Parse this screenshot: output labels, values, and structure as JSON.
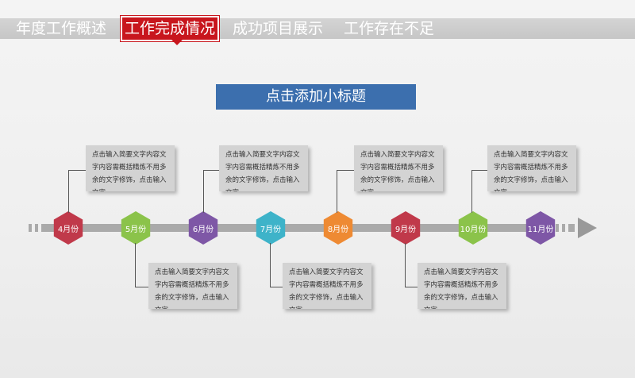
{
  "nav": {
    "tabs": [
      {
        "label": "年度工作概述"
      },
      {
        "label": "工作完成情况"
      },
      {
        "label": "成功项目展示"
      },
      {
        "label": "工作存在不足"
      }
    ]
  },
  "subtitle": "点击添加小标题",
  "timeline": {
    "months": [
      {
        "label": "4月份",
        "color": "#c0394a"
      },
      {
        "label": "5月份",
        "color": "#8bc34a"
      },
      {
        "label": "6月份",
        "color": "#7e57a6"
      },
      {
        "label": "7月份",
        "color": "#3eb3c9"
      },
      {
        "label": "8月份",
        "color": "#ee8a33"
      },
      {
        "label": "9月份",
        "color": "#c0394a"
      },
      {
        "label": "10月份",
        "color": "#8bc34a"
      },
      {
        "label": "11月份",
        "color": "#7e57a6"
      }
    ],
    "notes_top": [
      "点击输入简要文字内容文字内容需概括精炼不用多余的文字修饰，点击输入文字。",
      "点击输入简要文字内容文字内容需概括精炼不用多余的文字修饰，点击输入文字。",
      "点击输入简要文字内容文字内容需概括精炼不用多余的文字修饰，点击输入文字。",
      "点击输入简要文字内容文字内容需概括精炼不用多余的文字修饰，点击输入文字。"
    ],
    "notes_bottom": [
      "点击输入简要文字内容文字内容需概括精炼不用多余的文字修饰，点击输入文字。",
      "点击输入简要文字内容文字内容需概括精炼不用多余的文字修饰，点击输入文字。",
      "点击输入简要文字内容文字内容需概括精炼不用多余的文字修饰，点击输入文字。"
    ]
  }
}
